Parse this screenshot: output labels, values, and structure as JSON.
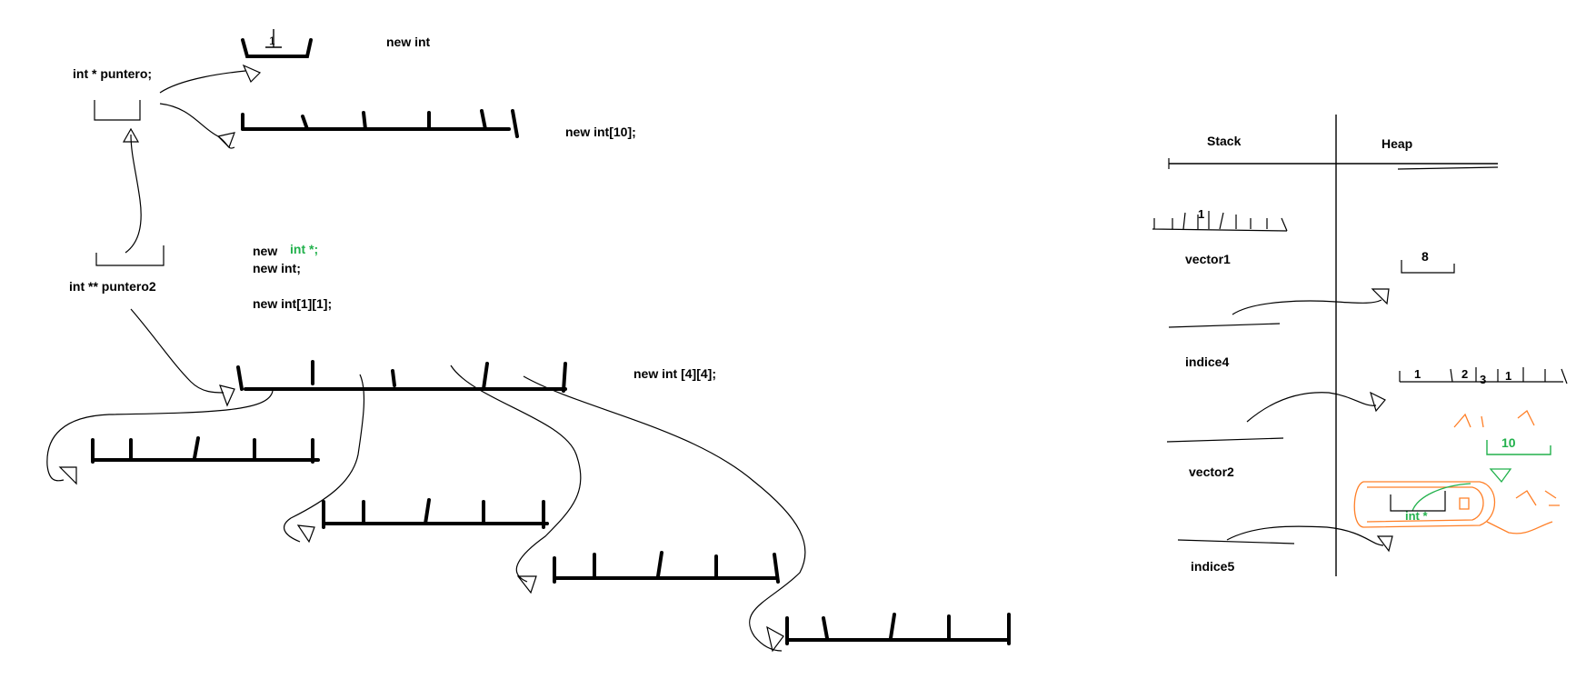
{
  "colors": {
    "ink": "#000000",
    "green": "#22b14c",
    "orange": "#ff7f27",
    "background": "#ffffff"
  },
  "left": {
    "decl_pointer": "int * puntero;",
    "decl_pointer2": "int ** puntero2",
    "new_int": "new int",
    "new_int_array": "new int[10];",
    "new_word": "new",
    "green_type": "int *;",
    "new_int_line": "new int;",
    "new_int_2d": "new int[1][1];",
    "new_int_4x4": "new int [4][4];",
    "top_box_value": "1"
  },
  "right": {
    "stack_header": "Stack",
    "heap_header": "Heap",
    "vector1": "vector1",
    "vector1_cell": "1",
    "indice4": "indice4",
    "vector2": "vector2",
    "indice5": "indice5",
    "heap_box_value": "8",
    "heap_array_values": [
      "1",
      "2",
      "3",
      "1"
    ],
    "heap_green_value": "10",
    "heap_green_type": "int *"
  }
}
